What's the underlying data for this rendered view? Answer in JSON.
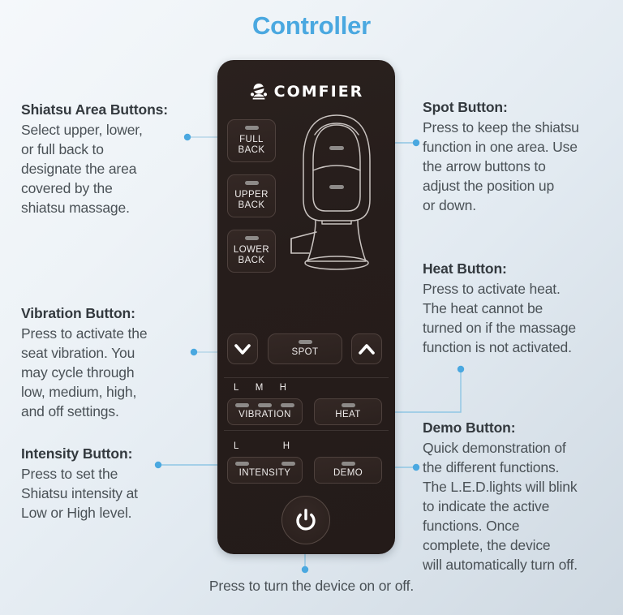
{
  "page": {
    "title": "Controller",
    "title_color": "#4aa8e0",
    "accent_color": "#4aa8e0",
    "bottom_caption": "Press to turn the device on or off."
  },
  "device": {
    "brand": "COMFIER",
    "brand_icon": "comfier-mascot-icon",
    "buttons": {
      "full_back": {
        "line1": "FULL",
        "line2": "BACK",
        "leds": 1
      },
      "upper_back": {
        "line1": "UPPER",
        "line2": "BACK",
        "leds": 1
      },
      "lower_back": {
        "line1": "LOWER",
        "line2": "BACK",
        "leds": 1
      },
      "down": {
        "icon": "chevron-down-icon"
      },
      "up": {
        "icon": "chevron-up-icon"
      },
      "spot": {
        "label": "SPOT",
        "leds": 1
      },
      "vibration": {
        "label": "VIBRATION",
        "leds": 3,
        "ticks": [
          "L",
          "M",
          "H"
        ]
      },
      "heat": {
        "label": "HEAT",
        "leds": 1
      },
      "intensity": {
        "label": "INTENSITY",
        "leds": 2,
        "ticks": [
          "L",
          "H"
        ]
      },
      "demo": {
        "label": "DEMO",
        "leds": 1
      },
      "power": {
        "icon": "power-icon"
      }
    },
    "illustration": "massage-chair-cushion-icon"
  },
  "callouts": {
    "shiatsu": {
      "title": "Shiatsu Area Buttons:",
      "body": "Select upper, lower,\nor full back to\ndesignate the area\ncovered by the\nshiatsu massage."
    },
    "vibration": {
      "title": "Vibration Button:",
      "body": "Press to activate the\nseat vibration. You\nmay cycle through\nlow, medium, high,\nand off settings."
    },
    "intensity": {
      "title": "Intensity Button:",
      "body": "Press to set the\nShiatsu intensity at\nLow or High level."
    },
    "spot": {
      "title": "Spot Button:",
      "body": "Press to keep the shiatsu\nfunction in one area. Use\nthe arrow buttons to\nadjust the position up\nor down."
    },
    "heat": {
      "title": "Heat Button:",
      "body": "Press to activate heat.\nThe heat cannot be\nturned on if the massage\nfunction is not activated."
    },
    "demo": {
      "title": "Demo Button:",
      "body": "Quick demonstration of\nthe different functions.\nThe L.E.D.lights will blink\nto indicate the active\nfunctions. Once\ncomplete, the device\nwill automatically turn off."
    }
  }
}
